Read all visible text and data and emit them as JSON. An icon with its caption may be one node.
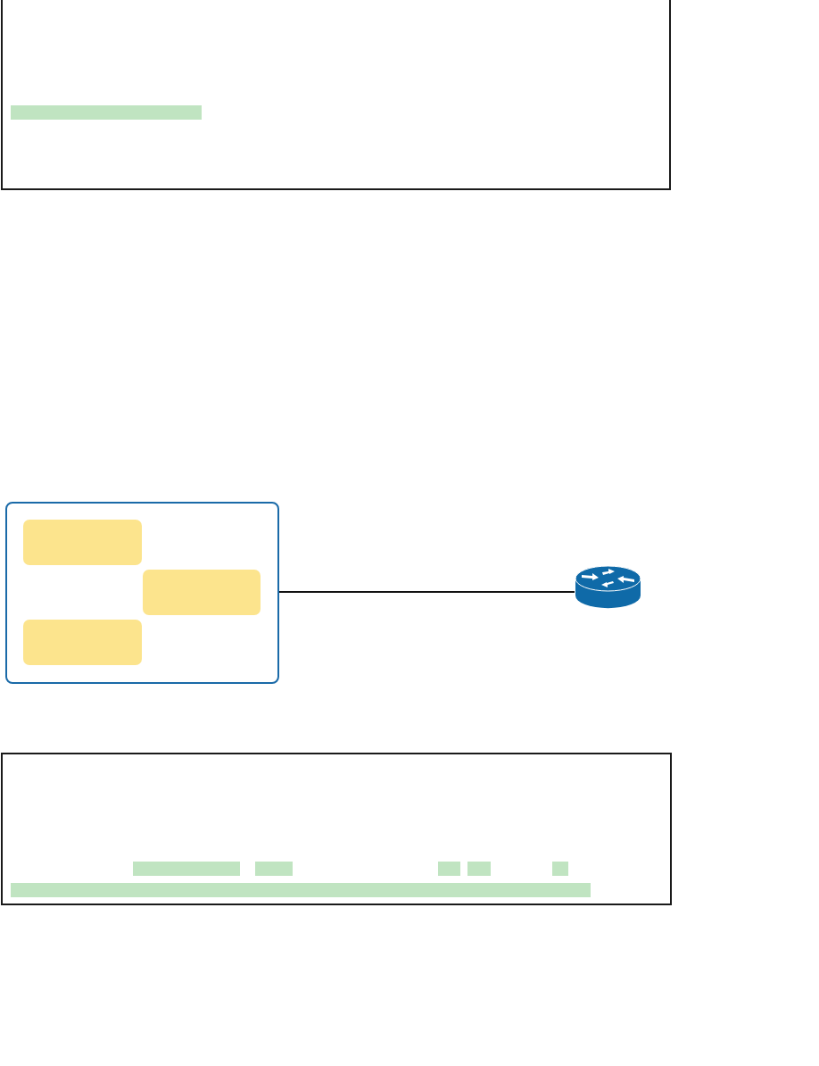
{
  "diagram": {
    "nodes": [
      {
        "text": [],
        "shape": "box"
      },
      {
        "text": [],
        "shape": "box"
      },
      {
        "text": [],
        "shape": "box",
        "in": 1
      },
      {
        "text": [],
        "shape": "box",
        "in": 1
      },
      {
        "text": [],
        "shape": "box",
        "in": 1
      },
      {
        "text": [],
        "shape": "router"
      },
      {
        "text": [],
        "shape": "box"
      }
    ],
    "edges": [
      {
        "from": 1,
        "to": 5,
        "arrow": "none"
      }
    ]
  }
}
